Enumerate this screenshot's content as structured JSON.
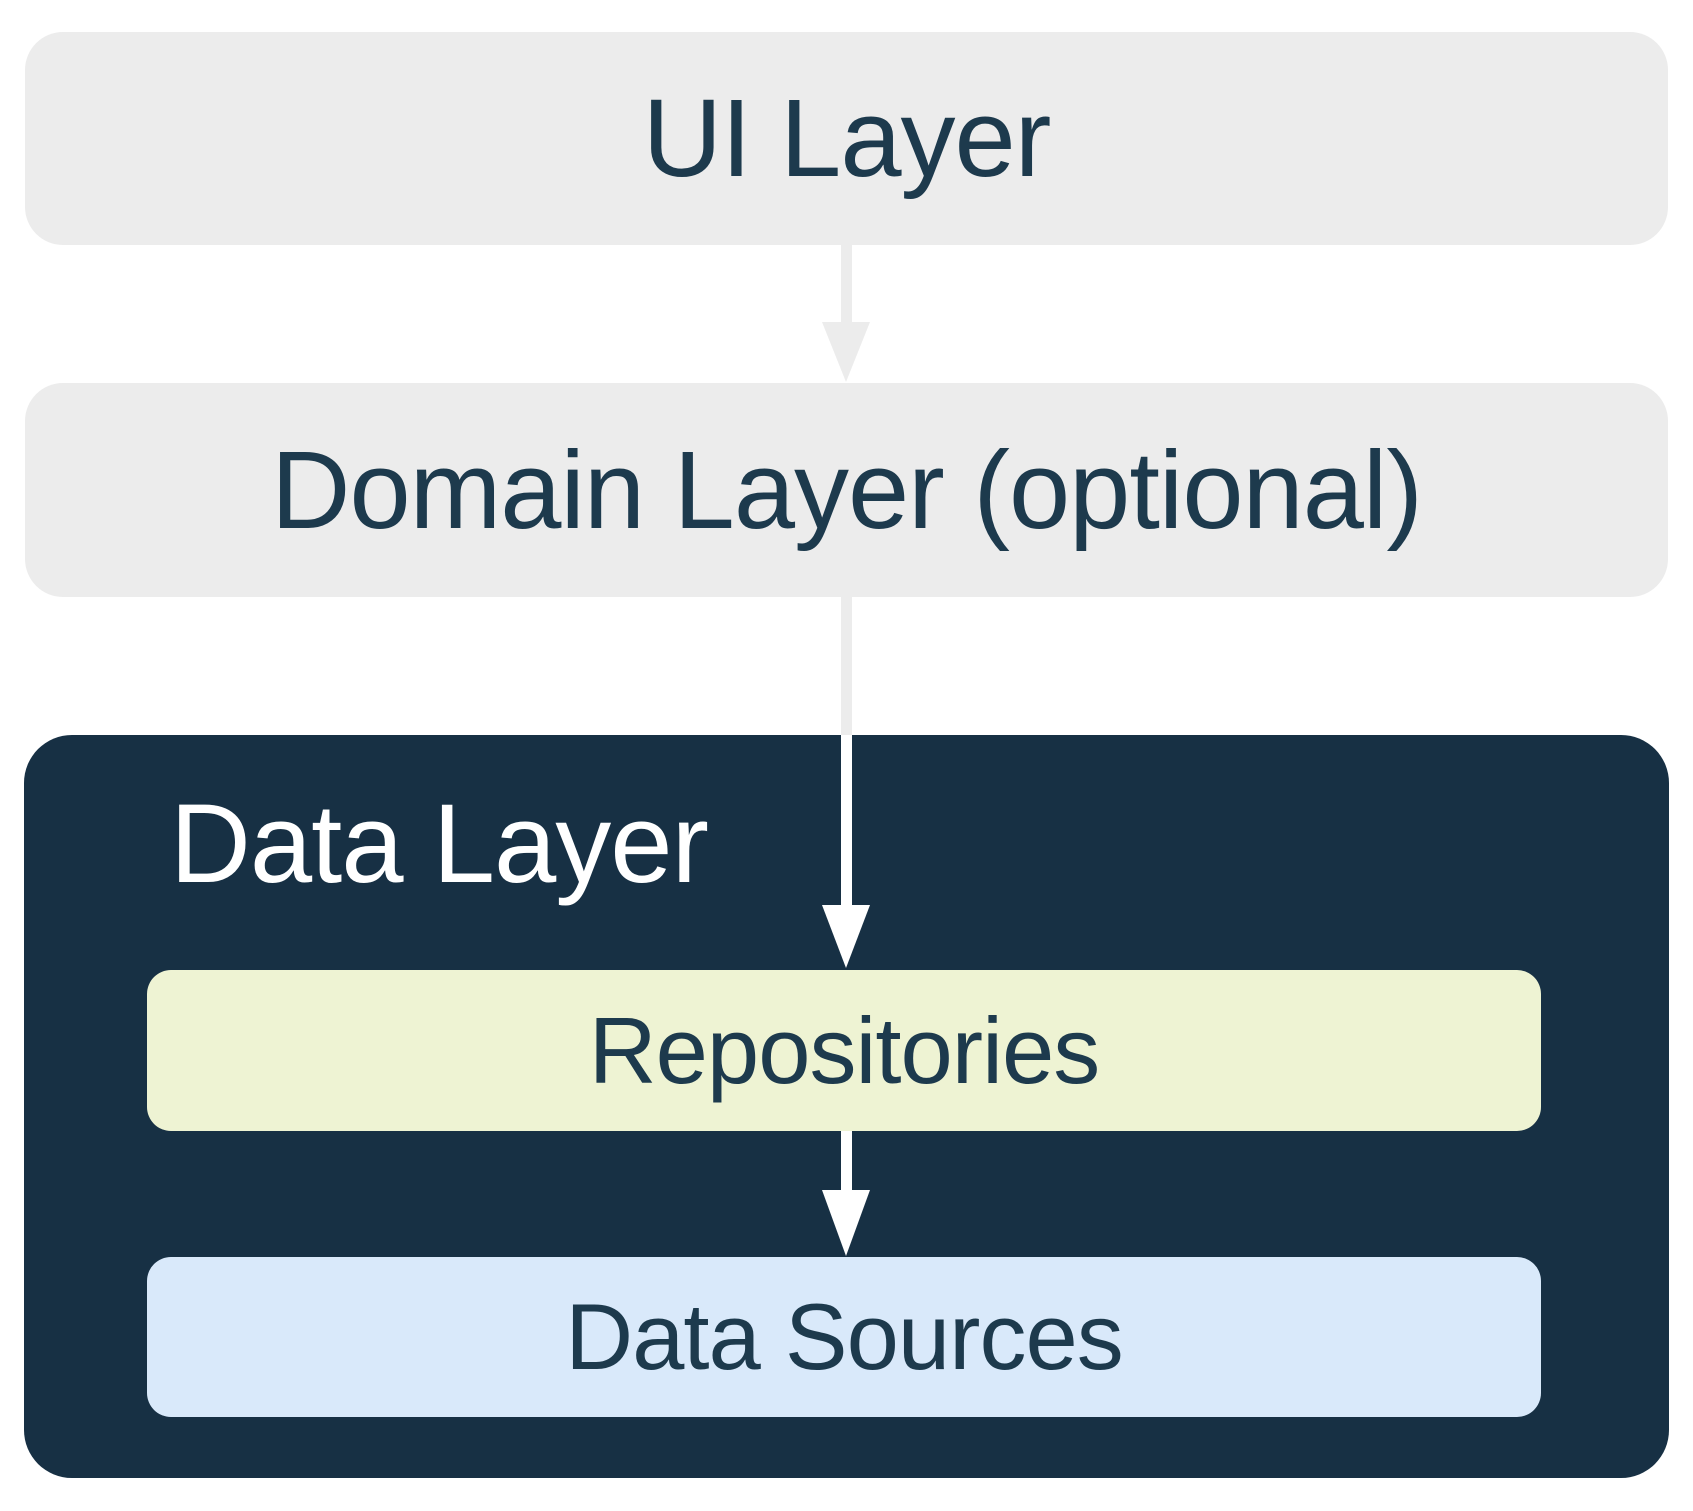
{
  "nodes": {
    "ui_layer": {
      "label": "UI Layer",
      "fill": "#ECECEC",
      "text_color": "#1D3A4D"
    },
    "domain_layer": {
      "label": "Domain Layer (optional)",
      "fill": "#ECECEC",
      "text_color": "#1D3A4D"
    },
    "data_layer": {
      "label": "Data Layer",
      "fill": "#173044",
      "text_color": "#FFFFFF"
    },
    "repositories": {
      "label": "Repositories",
      "fill": "#EEF3D3",
      "text_color": "#1D3A4D"
    },
    "data_sources": {
      "label": "Data Sources",
      "fill": "#D9E9FA",
      "text_color": "#1D3A4D"
    }
  },
  "edges": [
    {
      "from": "ui_layer",
      "to": "domain_layer",
      "arrow_color": "#ECECEC"
    },
    {
      "from": "domain_layer",
      "to": "repositories",
      "arrow_color_outside_data_layer": "#ECECEC",
      "arrow_color_inside_data_layer": "#FFFFFF"
    },
    {
      "from": "repositories",
      "to": "data_sources",
      "arrow_color": "#FFFFFF"
    }
  ],
  "colors": {
    "background": "#FFFFFF",
    "layer_box_gray": "#ECECEC",
    "data_layer_navy": "#173044",
    "repositories_fill": "#EEF3D3",
    "data_sources_fill": "#D9E9FA",
    "text_dark_navy": "#1D3A4D",
    "text_white": "#FFFFFF"
  }
}
